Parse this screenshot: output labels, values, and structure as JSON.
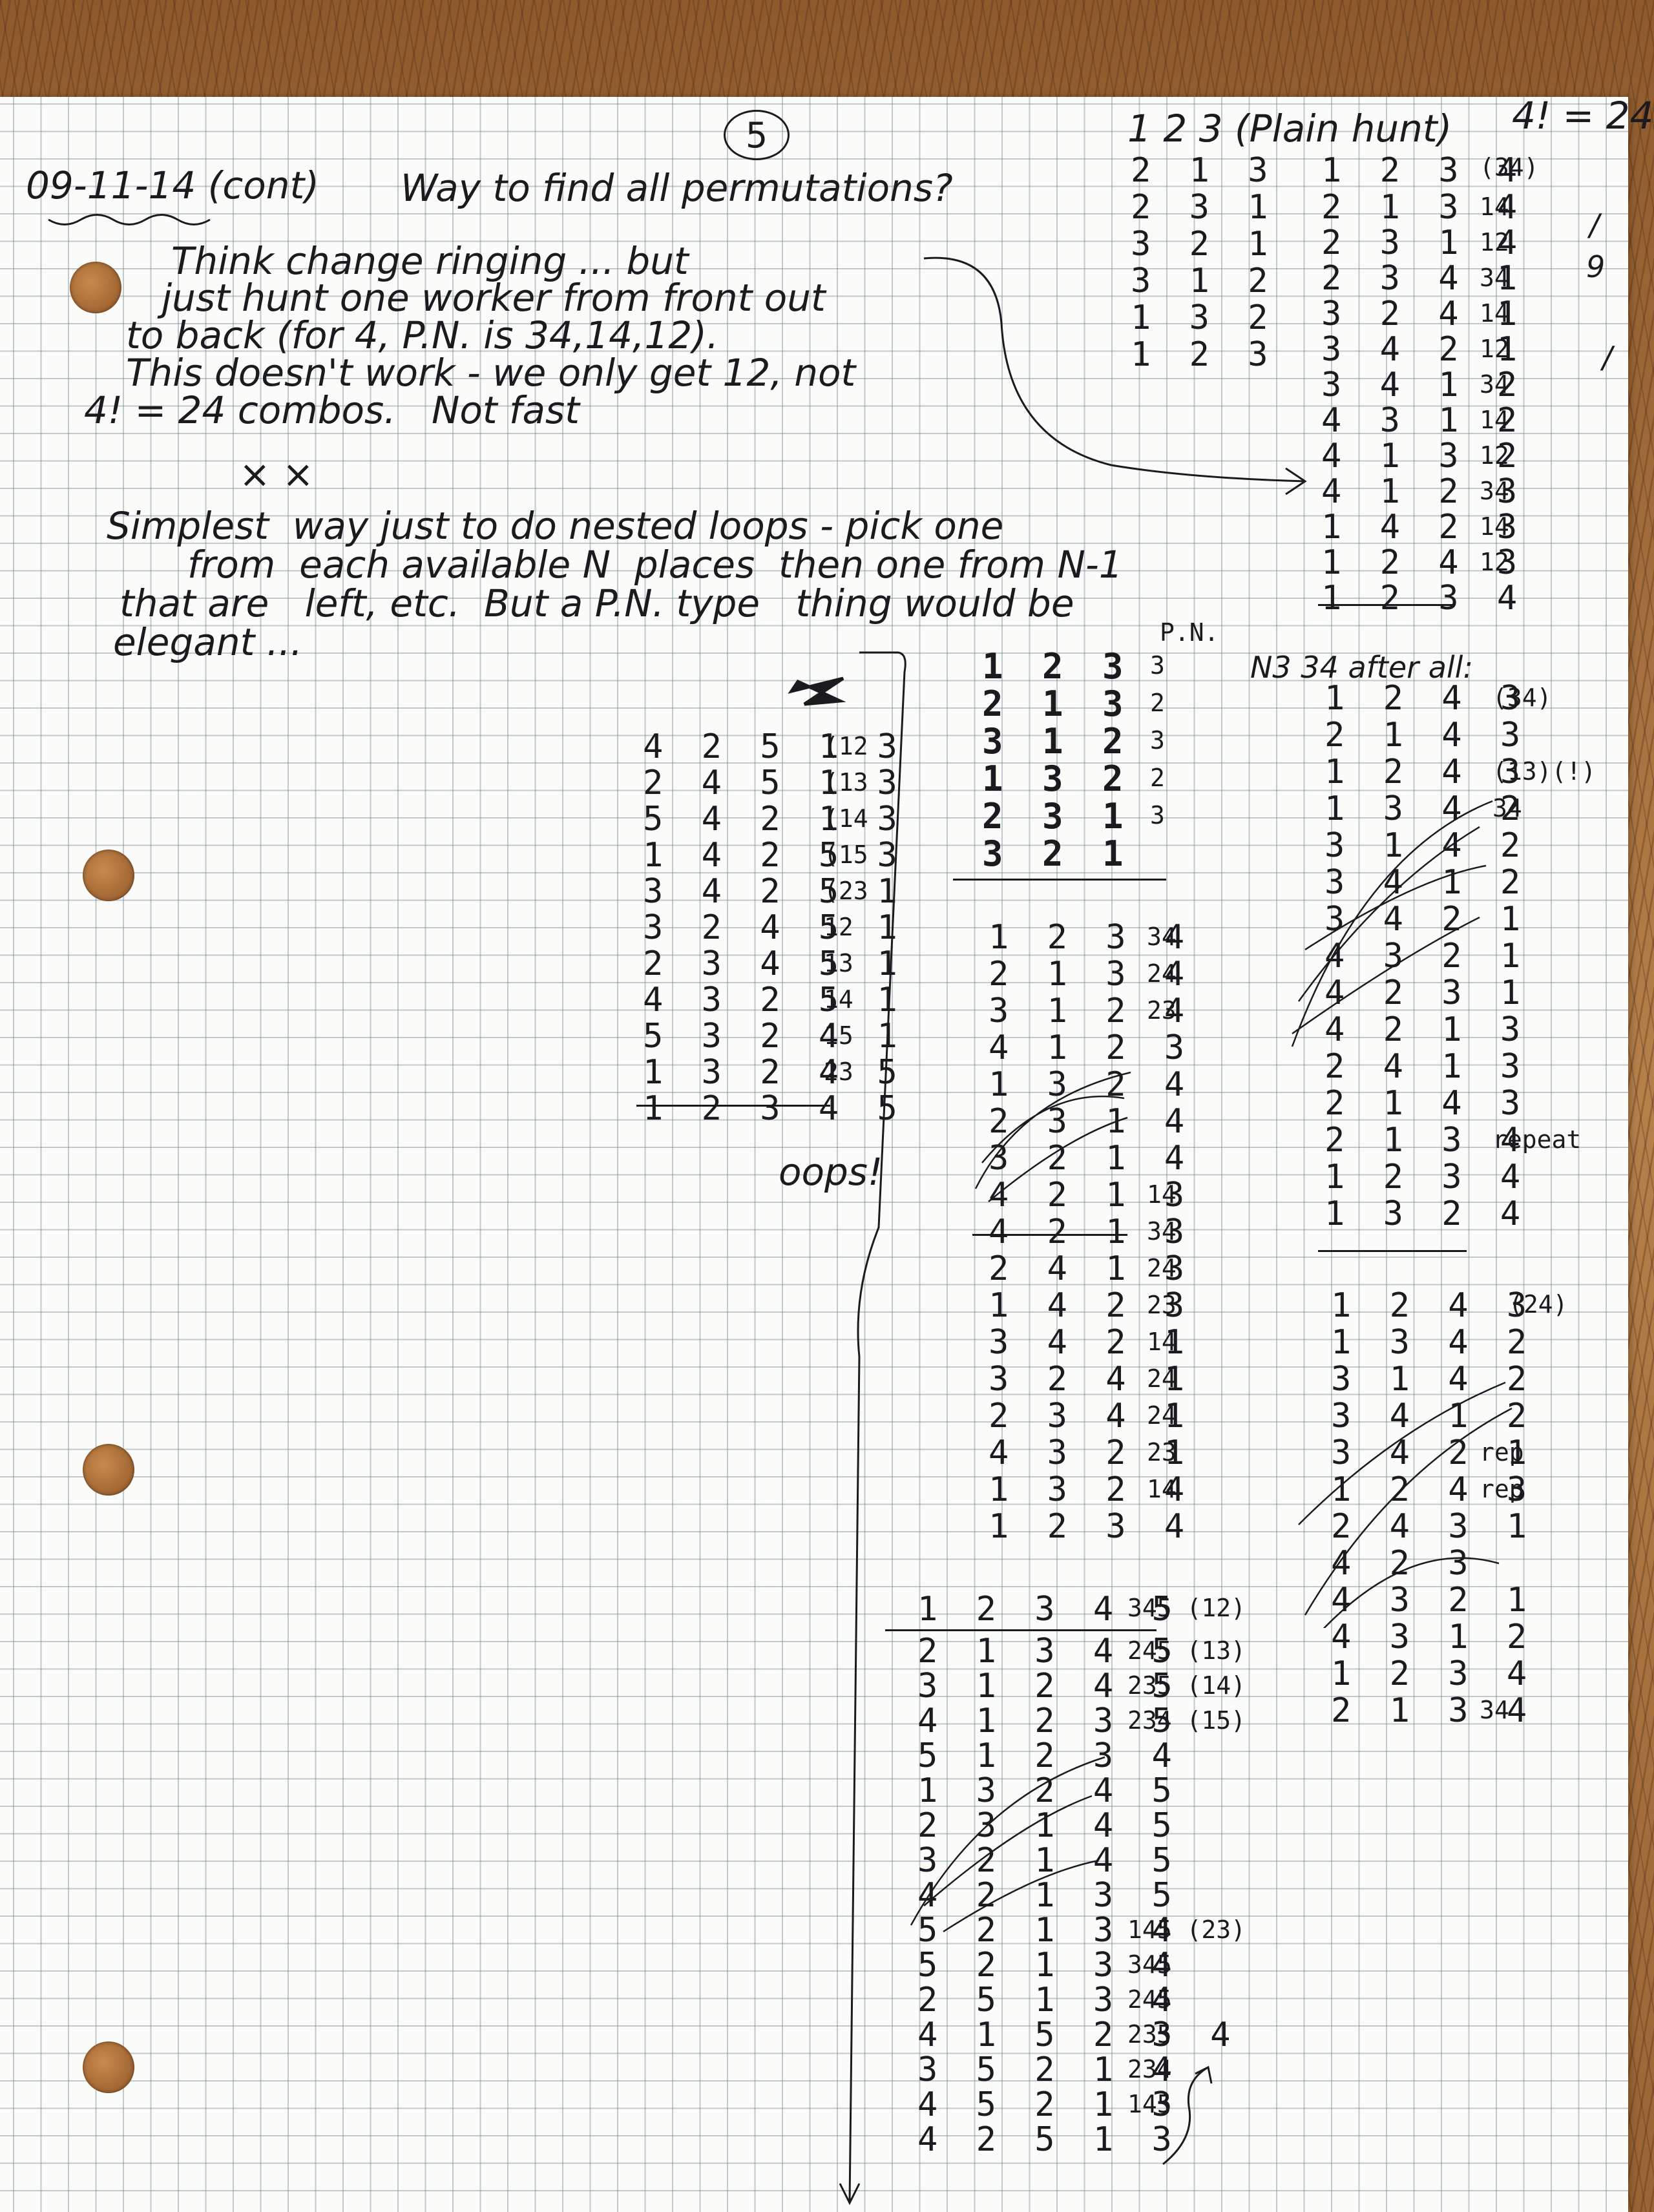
{
  "page_number": "5",
  "header": {
    "date": "09-11-14 (cont)",
    "question": "Way to find all permutations?"
  },
  "notes": {
    "line1": "Think change ringing ... but",
    "line2": "just hunt one worker from front out",
    "line3": "to back (for 4, P.N. is 34,14,12).",
    "line4": "This doesn't work - we only get 12, not",
    "line5": "4! = 24 combos.   Not fast",
    "marks": "× ×",
    "simplest1": "Simplest  way just to do nested loops - pick one",
    "simplest2": "from  each available N  places  then one from N-1",
    "simplest3": "that are   left, etc.  But a P.N. type   thing would be",
    "simplest4": "elegant ..."
  },
  "top_right": {
    "title": "1 2 3 (Plain hunt)",
    "factorial": "4! = 24",
    "three_bell": [
      "2 1 3",
      "2 3 1",
      "3 2 1",
      "3 1 2",
      "1 3 2",
      "1 2 3"
    ],
    "four_bell_header": "1 2 3 4",
    "four_bell_header_pn": "(34)",
    "four_bell": [
      {
        "row": "2 1 3 4",
        "pn": "14"
      },
      {
        "row": "2 3 1 4",
        "pn": "12"
      },
      {
        "row": "2 3 4 1",
        "pn": "34"
      },
      {
        "row": "3 2 4 1",
        "pn": "14"
      },
      {
        "row": "3 4 2 1",
        "pn": "12"
      },
      {
        "row": "3 4 1 2",
        "pn": "34"
      },
      {
        "row": "4 3 1 2",
        "pn": "14"
      },
      {
        "row": "4 1 3 2",
        "pn": "12"
      },
      {
        "row": "4 1 2 3",
        "pn": "34"
      },
      {
        "row": "1 4 2 3",
        "pn": "14"
      },
      {
        "row": "1 2 4 3",
        "pn": "12"
      },
      {
        "row": "1 2 3 4",
        "pn": ""
      }
    ],
    "margin_marks": [
      "/",
      "9",
      "/"
    ]
  },
  "middle_pn_block": {
    "label": "P.N.",
    "rows": [
      {
        "row": "1 2 3",
        "pn": "3"
      },
      {
        "row": "2 1 3",
        "pn": "2"
      },
      {
        "row": "3 1 2",
        "pn": "3"
      },
      {
        "row": "1 3 2",
        "pn": "2"
      },
      {
        "row": "2 3 1",
        "pn": "3"
      },
      {
        "row": "3 2 1",
        "pn": ""
      }
    ]
  },
  "left_five_block": {
    "rows": [
      {
        "row": "4 2 5 1 3",
        "pn": "(12"
      },
      {
        "row": "2 4 5 1 3",
        "pn": "(13"
      },
      {
        "row": "5 4 2 1 3",
        "pn": "(14"
      },
      {
        "row": "1 4 2 5 3",
        "pn": "(15"
      },
      {
        "row": "3 4 2 5 1",
        "pn": "(23"
      },
      {
        "row": "3 2 4 5 1",
        "pn": "12"
      },
      {
        "row": "2 3 4 5 1",
        "pn": "13"
      },
      {
        "row": "4 3 2 5 1",
        "pn": "14"
      },
      {
        "row": "5 3 2 4 1",
        "pn": "15"
      },
      {
        "row": "1 3 2 4 5",
        "pn": "23"
      },
      {
        "row": "1 2 3 4 5",
        "pn": ""
      }
    ],
    "oops": "oops!"
  },
  "middle_four_block": {
    "rows": [
      {
        "row": "1 2 3 4",
        "pn": "34"
      },
      {
        "row": "2 1 3 4",
        "pn": "24"
      },
      {
        "row": "3 1 2 4",
        "pn": "23"
      },
      {
        "row": "4 1 2 3",
        "pn": ""
      },
      {
        "row": "1 3 2 4",
        "pn": ""
      },
      {
        "row": "2 3 1 4",
        "pn": ""
      },
      {
        "row": "3 2 1 4",
        "pn": ""
      },
      {
        "row": "4 2 1 3",
        "pn": "14"
      },
      {
        "row": "4 2 1 3",
        "pn": "34"
      },
      {
        "row": "2 4 1 3",
        "pn": "24"
      },
      {
        "row": "1 4 2 3",
        "pn": "23"
      },
      {
        "row": "3 4 2 1",
        "pn": "14"
      },
      {
        "row": "3 2 4 1",
        "pn": "24"
      },
      {
        "row": "2 3 4 1",
        "pn": "24"
      },
      {
        "row": "4 3 2 1",
        "pn": "23"
      },
      {
        "row": "1 3 2 4",
        "pn": "14"
      },
      {
        "row": "1 2 3 4",
        "pn": ""
      }
    ]
  },
  "right_col_block": {
    "heading": "N3 34 after all:",
    "rows": [
      {
        "row": "1 2 4 3",
        "pn": "(34)"
      },
      {
        "row": "2 1 4 3",
        "pn": ""
      },
      {
        "row": "1 2 4 3",
        "pn": "(13)(!)"
      },
      {
        "row": "1 3 4 2",
        "pn": "34"
      },
      {
        "row": "3 1 4 2",
        "pn": ""
      },
      {
        "row": "3 4 1 2",
        "pn": ""
      },
      {
        "row": "3 4 2 1",
        "pn": ""
      },
      {
        "row": "4 3 2 1",
        "pn": ""
      },
      {
        "row": "4 2 3 1",
        "pn": ""
      },
      {
        "row": "4 2 1 3",
        "pn": ""
      },
      {
        "row": "2 4 1 3",
        "pn": ""
      },
      {
        "row": "2 1 4 3",
        "pn": ""
      },
      {
        "row": "2 1 3 4",
        "pn": "repeat"
      },
      {
        "row": "1 2 3 4",
        "pn": ""
      },
      {
        "row": "1 3 2 4",
        "pn": ""
      }
    ],
    "second_heading_pn": "(24)",
    "rows2": [
      {
        "row": "1 2 4 3",
        "pn": ""
      },
      {
        "row": "1 3 4 2",
        "pn": ""
      },
      {
        "row": "3 1 4 2",
        "pn": ""
      },
      {
        "row": "3 4 1 2",
        "pn": ""
      },
      {
        "row": "3 4 2 1",
        "pn": "rep"
      },
      {
        "row": "1 2 4 3",
        "pn": "rep"
      },
      {
        "row": "2 4 3 1",
        "pn": ""
      },
      {
        "row": "4 2 3",
        "pn": ""
      },
      {
        "row": "4 3 2 1",
        "pn": ""
      },
      {
        "row": "4 3 1 2",
        "pn": ""
      },
      {
        "row": "1 2 3 4",
        "pn": ""
      },
      {
        "row": "2 1 3 4",
        "pn": "34"
      }
    ]
  },
  "bottom_five_block": {
    "header": "1 2 3 4 5",
    "header_pn": "345 (12)",
    "rows": [
      {
        "row": "2 1 3 4 5",
        "pn": "245 (13)"
      },
      {
        "row": "3 1 2 4 5",
        "pn": "235 (14)"
      },
      {
        "row": "4 1 2 3 5",
        "pn": "234 (15)"
      },
      {
        "row": "5 1 2 3 4",
        "pn": ""
      },
      {
        "row": "1 3 2 4 5",
        "pn": ""
      },
      {
        "row": "2 3 1 4 5",
        "pn": ""
      },
      {
        "row": "3 2 1 4 5",
        "pn": ""
      },
      {
        "row": "4 2 1 3 5",
        "pn": ""
      },
      {
        "row": "5 2 1 3 4",
        "pn": "145 (23)"
      },
      {
        "row": "5 2 1 3 4",
        "pn": "345"
      },
      {
        "row": "2 5 1 3 4",
        "pn": "245"
      },
      {
        "row": "4 1 5 2 3 4",
        "pn": "235"
      },
      {
        "row": "3 5 2 1 4",
        "pn": "234"
      },
      {
        "row": "4 5 2 1 3",
        "pn": "145"
      },
      {
        "row": "4 2 5 1 3",
        "pn": ""
      }
    ]
  }
}
